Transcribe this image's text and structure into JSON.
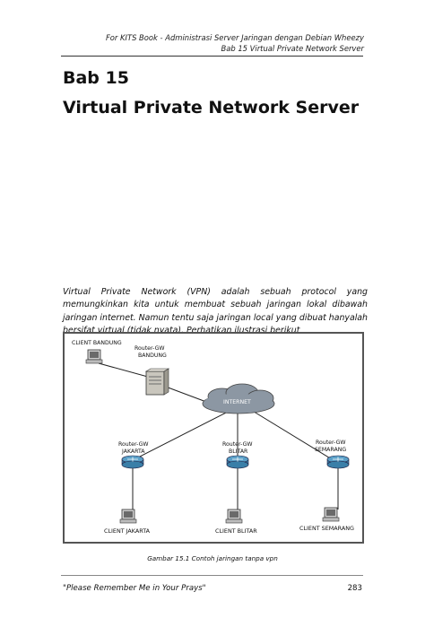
{
  "header": {
    "line1": "For KITS Book - Administrasi Server Jaringan dengan Debian Wheezy",
    "line2": "Bab 15 Virtual Private Network Server"
  },
  "chapter": {
    "number": "Bab 15",
    "title": "Virtual Private Network Server"
  },
  "body": {
    "paragraph": "Virtual Private Network (VPN) adalah sebuah protocol yang memungkinkan kita untuk membuat sebuah jaringan lokal dibawah jaringan internet. Namun tentu saja jaringan local yang dibuat hanyalah bersifat virtual (tidak nyata). Perhatikan ilustrasi berikut"
  },
  "figure": {
    "client_bandung": "CLIENT BANDUNG",
    "router_bandung_line1": "Router-GW",
    "router_bandung_line2": "BANDUNG",
    "internet": "INTERNET",
    "router_jakarta_line1": "Router-GW",
    "router_jakarta_line2": "JAKARTA",
    "router_blitar_line1": "Router-GW",
    "router_blitar_line2": "BLITAR",
    "router_semarang_line1": "Router-GW",
    "router_semarang_line2": "SEMARANG",
    "client_jakarta": "CLIENT JAKARTA",
    "client_blitar": "CLIENT BLITAR",
    "client_semarang": "CLIENT SEMARANG",
    "caption": "Gambar 15.1 Contoh jaringan tanpa vpn"
  },
  "footer": {
    "quote": "\"Please Remember Me in Your Prays\"",
    "page": "283"
  }
}
